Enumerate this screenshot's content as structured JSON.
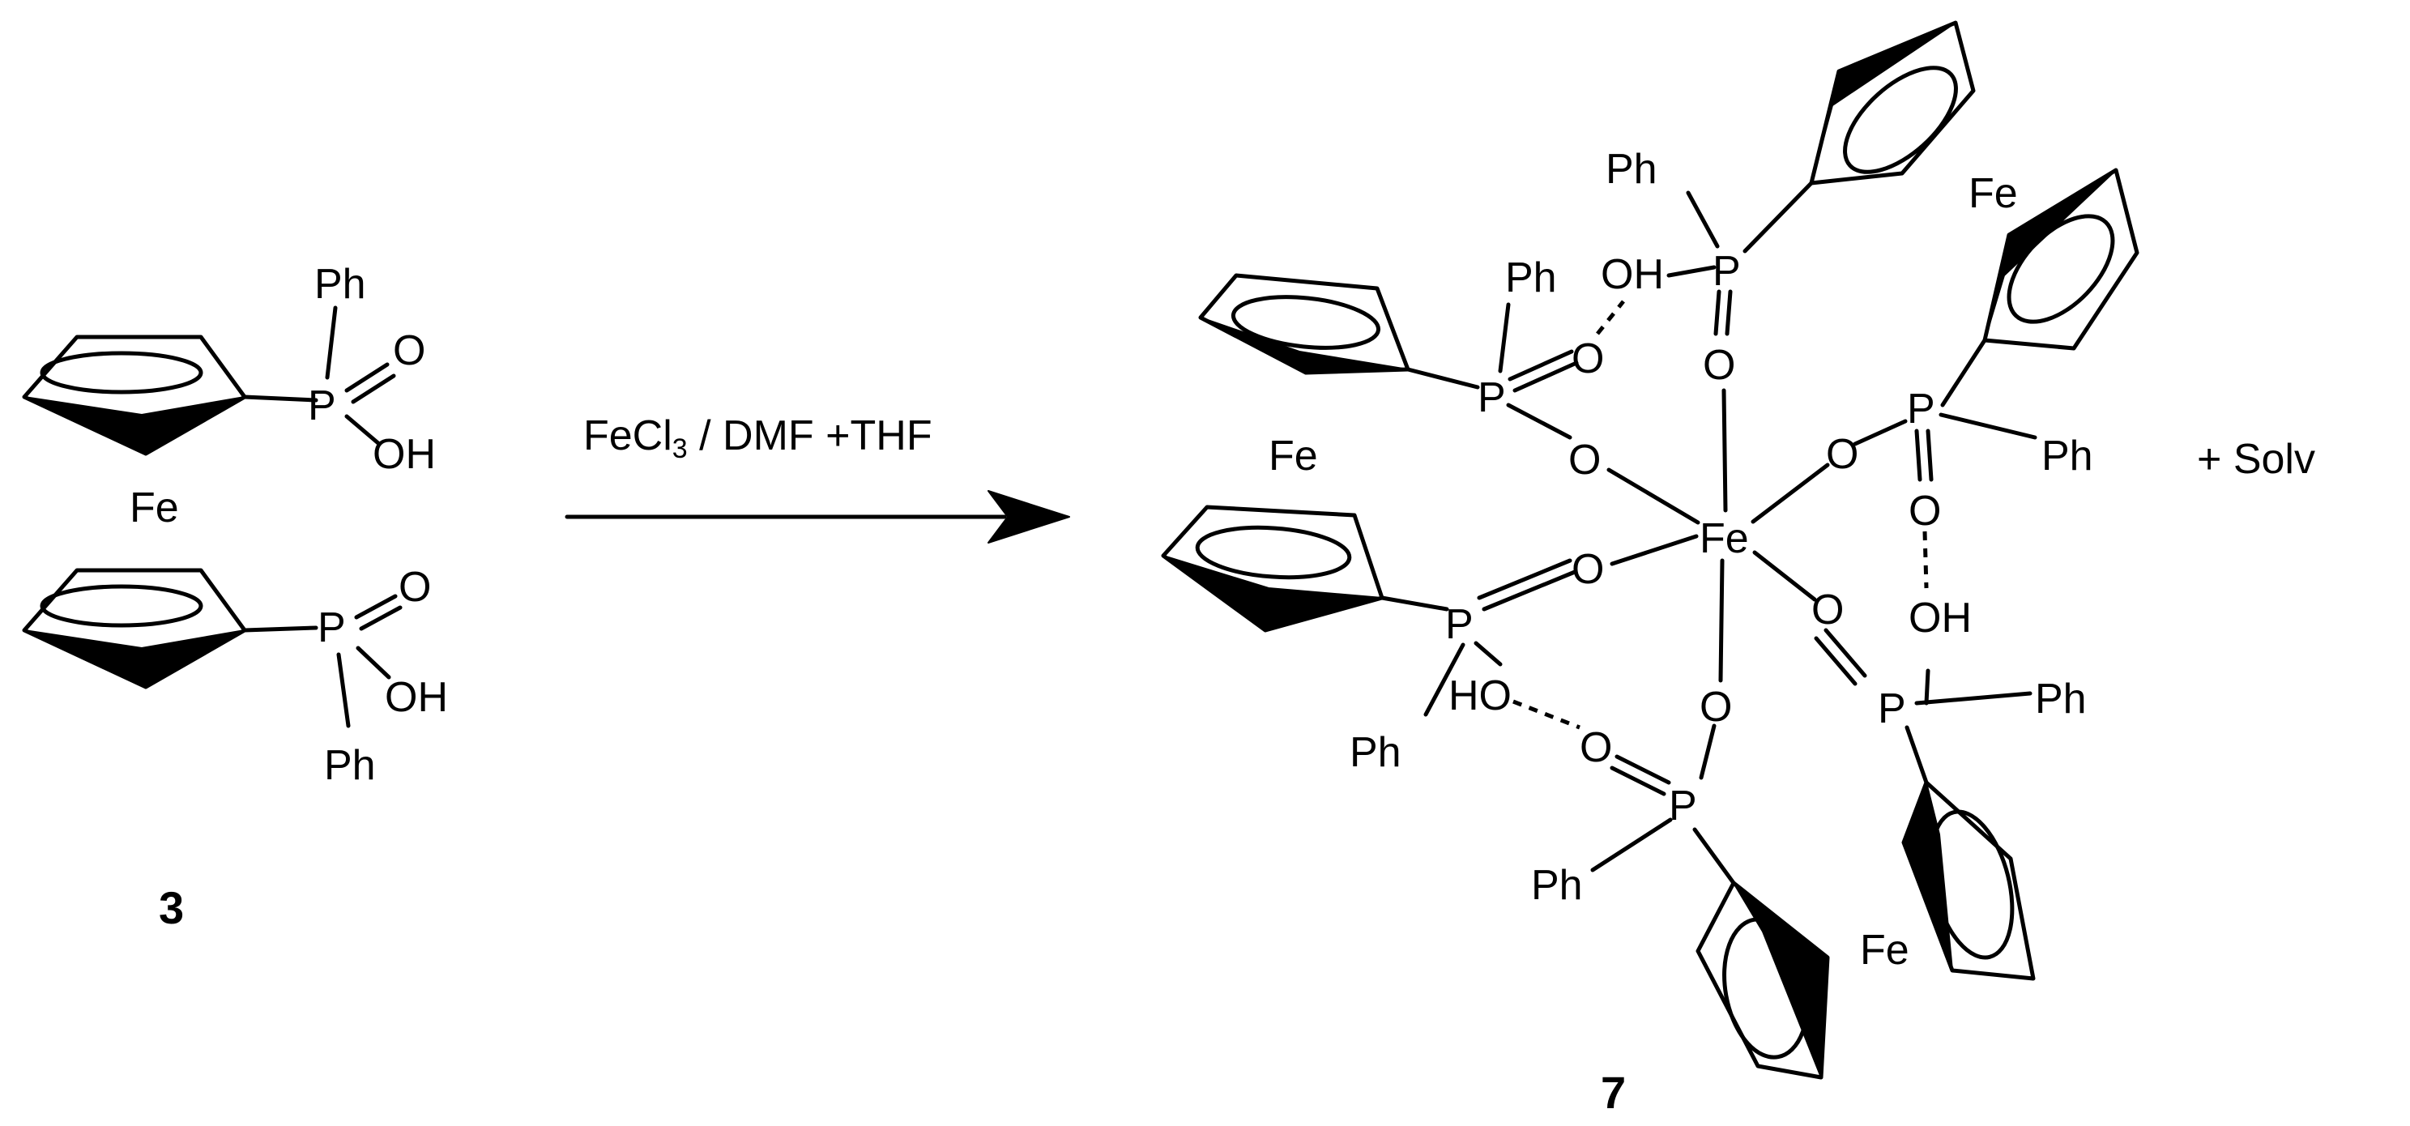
{
  "labels": {
    "ph": "Ph",
    "p": "P",
    "o": "O",
    "oh": "OH",
    "ho": "HO",
    "fe": "Fe",
    "fe_center": "Fe",
    "solv": "+ Solv"
  },
  "reagents": {
    "prefix": "FeCl",
    "subscript": "3",
    "suffix": " / DMF +THF"
  },
  "compounds": {
    "reactant_number": "3",
    "product_number": "7"
  }
}
